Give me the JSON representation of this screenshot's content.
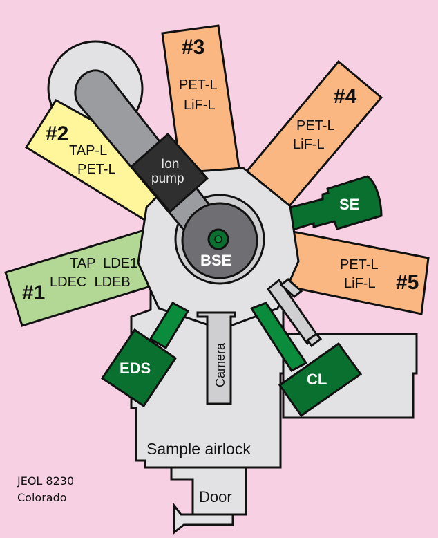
{
  "colors": {
    "background": "#f8d0e3",
    "chamber": "#e2e2e4",
    "spectrometer_tap": "#fff59a",
    "spectrometer_ldec": "#b3d795",
    "spectrometer_pet_lif": "#fbb781",
    "detector_green": "#09702f",
    "detector_green_light": "#0b8c3c",
    "ion_pump": "#2f2f2f",
    "arm_gray": "#9b9ca0",
    "bse_dark": "#6f6f73",
    "outline": "#111111"
  },
  "spectrometers": [
    {
      "id": "#1",
      "crystals": [
        "TAP  LDE1",
        "LDEC  LDEB"
      ]
    },
    {
      "id": "#2",
      "crystals": [
        "TAP-L",
        "PET-L"
      ]
    },
    {
      "id": "#3",
      "crystals": [
        "PET-L",
        "LiF-L"
      ]
    },
    {
      "id": "#4",
      "crystals": [
        "PET-L",
        "LiF-L"
      ]
    },
    {
      "id": "#5",
      "crystals": [
        "PET-L",
        "LiF-L"
      ]
    }
  ],
  "components": {
    "ion_pump": [
      "Ion",
      "pump"
    ],
    "bse": "BSE",
    "se": "SE",
    "eds": "EDS",
    "cl": "CL",
    "camera": "Camera",
    "airlock": "Sample airlock",
    "door": "Door"
  },
  "caption": {
    "line1": "JEOL 8230",
    "line2": "Colorado"
  }
}
